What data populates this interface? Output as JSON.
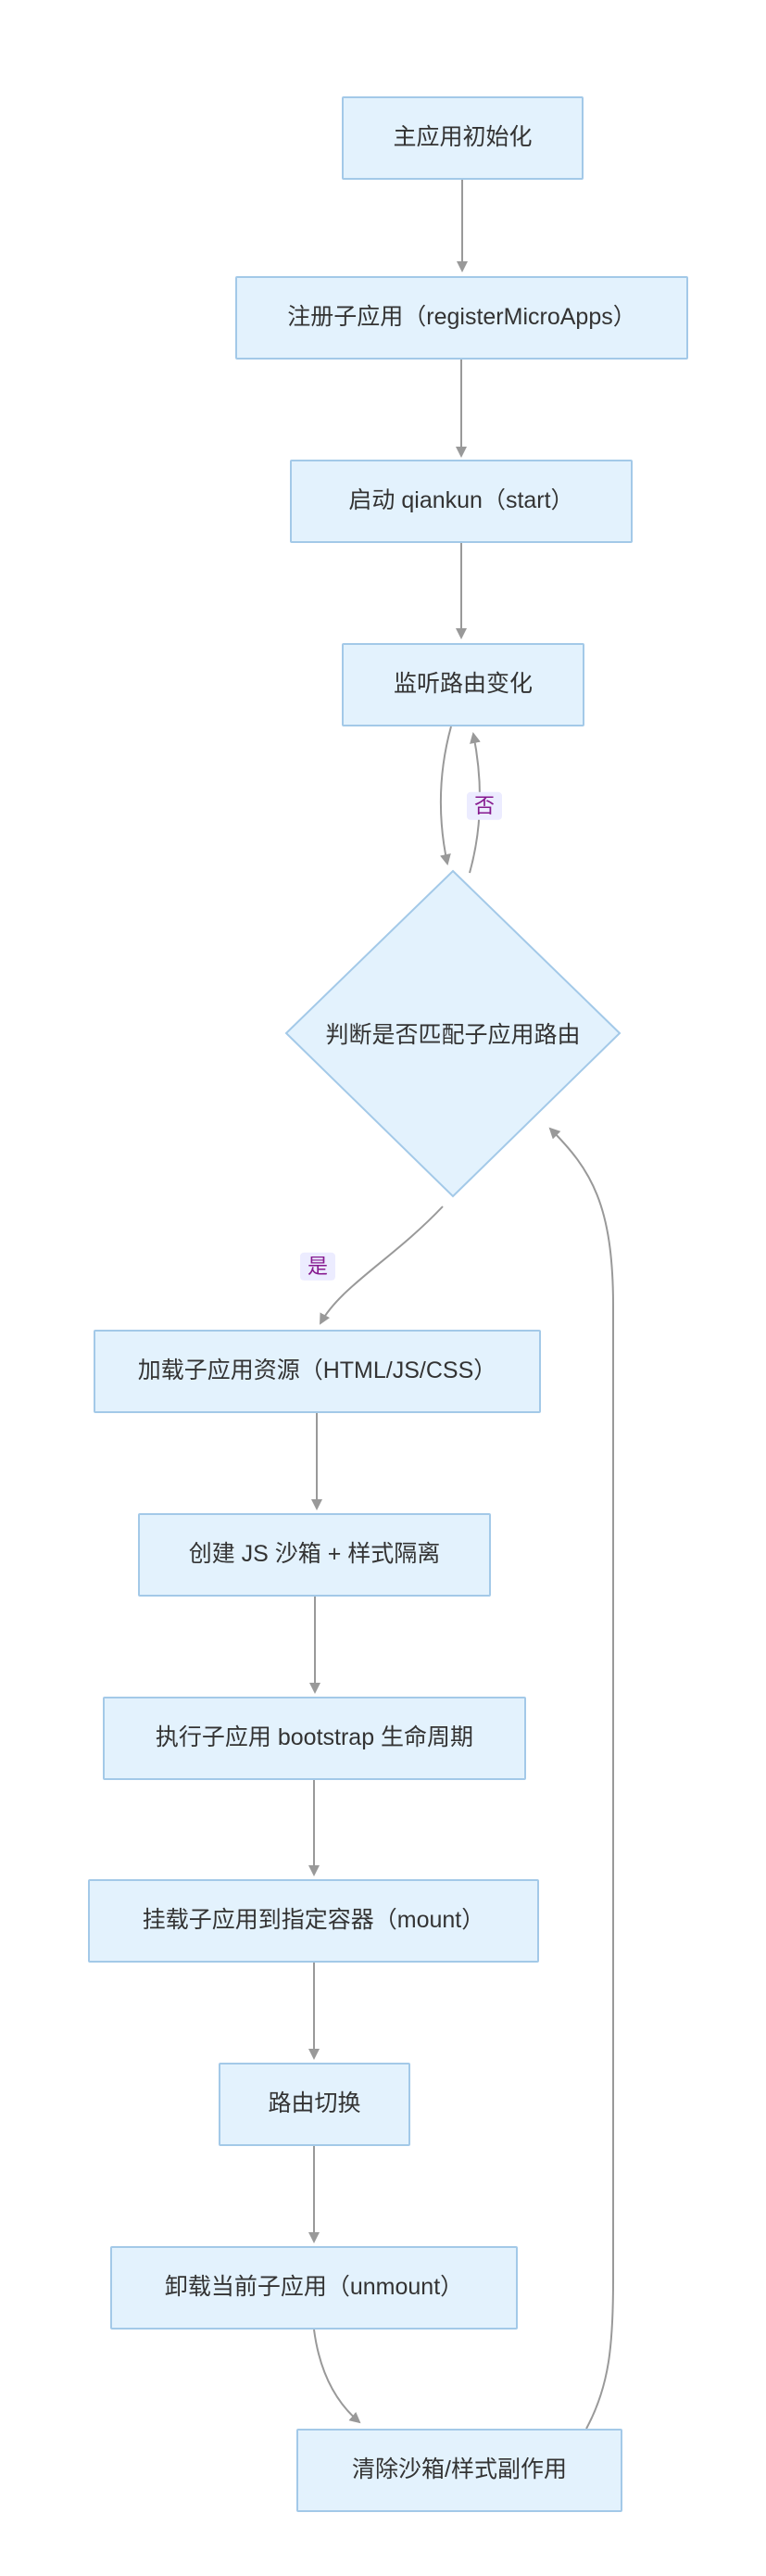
{
  "theme": {
    "node_fill": "#e3f2fd",
    "node_border": "#a3c9e8",
    "node_text": "#333333",
    "edge_color": "#999999",
    "edge_label_text": "#86198f",
    "edge_label_bg": "#ececff",
    "canvas_bg": "#ffffff"
  },
  "diagram": {
    "type": "flowchart-top-down",
    "nodes": {
      "init": {
        "label": "主应用初始化",
        "shape": "rect"
      },
      "register": {
        "label": "注册子应用（registerMicroApps）",
        "shape": "rect"
      },
      "start": {
        "label": "启动 qiankun（start）",
        "shape": "rect"
      },
      "listen": {
        "label": "监听路由变化",
        "shape": "rect"
      },
      "match": {
        "label": "判断是否匹配子应用路由",
        "shape": "diamond"
      },
      "load": {
        "label": "加载子应用资源（HTML/JS/CSS）",
        "shape": "rect"
      },
      "sandbox": {
        "label": "创建 JS 沙箱 + 样式隔离",
        "shape": "rect"
      },
      "bootstrap": {
        "label": "执行子应用 bootstrap 生命周期",
        "shape": "rect"
      },
      "mount": {
        "label": "挂载子应用到指定容器（mount）",
        "shape": "rect"
      },
      "route": {
        "label": "路由切换",
        "shape": "rect"
      },
      "unmount": {
        "label": "卸载当前子应用（unmount）",
        "shape": "rect"
      },
      "cleanup": {
        "label": "清除沙箱/样式副作用",
        "shape": "rect"
      }
    },
    "edges": [
      {
        "from": "init",
        "to": "register",
        "label": ""
      },
      {
        "from": "register",
        "to": "start",
        "label": ""
      },
      {
        "from": "start",
        "to": "listen",
        "label": ""
      },
      {
        "from": "listen",
        "to": "match",
        "label": ""
      },
      {
        "from": "match",
        "to": "listen",
        "label": "否"
      },
      {
        "from": "match",
        "to": "load",
        "label": "是"
      },
      {
        "from": "load",
        "to": "sandbox",
        "label": ""
      },
      {
        "from": "sandbox",
        "to": "bootstrap",
        "label": ""
      },
      {
        "from": "bootstrap",
        "to": "mount",
        "label": ""
      },
      {
        "from": "mount",
        "to": "route",
        "label": ""
      },
      {
        "from": "route",
        "to": "unmount",
        "label": ""
      },
      {
        "from": "unmount",
        "to": "cleanup",
        "label": ""
      },
      {
        "from": "cleanup",
        "to": "match",
        "label": ""
      }
    ],
    "edge_labels": {
      "yes": "是",
      "no": "否"
    }
  }
}
